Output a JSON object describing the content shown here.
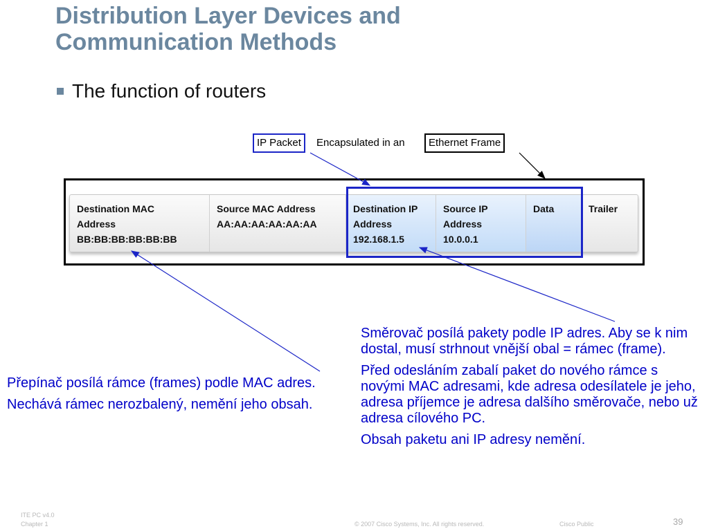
{
  "slide": {
    "title": "Distribution Layer Devices and\nCommunication Methods",
    "bullet": "The function of routers"
  },
  "callouts": {
    "ip_packet": "IP Packet",
    "encapsulated": "Encapsulated in an",
    "ethernet_frame": "Ethernet Frame"
  },
  "frame_fields": [
    {
      "label": "Destination MAC\nAddress\nBB:BB:BB:BB:BB:BB"
    },
    {
      "label": "Source MAC Address\nAA:AA:AA:AA:AA:AA"
    },
    {
      "label": "Destination IP\nAddress\n192.168.1.5"
    },
    {
      "label": "Source IP\nAddress\n10.0.0.1"
    },
    {
      "label": "Data"
    },
    {
      "label": "Trailer"
    }
  ],
  "left_text": {
    "p1": "Přepínač posílá rámce (frames) podle MAC adres.",
    "p2": "Nechává rámec nerozbalený, nemění jeho obsah."
  },
  "right_text": {
    "p1": "Směrovač posílá pakety podle IP adres. Aby se k nim dostal, musí strhnout vnější obal = rámec (frame).",
    "p2": "Před odesláním zabalí paket do nového rámce s novými MAC adresami, kde adresa odesílatele je jeho, adresa příjemce je adresa dalšího směrovače, nebo už adresa cílového PC.",
    "p3": "Obsah paketu ani IP adresy nemění."
  },
  "footer": {
    "course": "ITE PC v4.0",
    "chapter": "Chapter 1",
    "copyright": "© 2007 Cisco Systems, Inc. All rights reserved.",
    "public": "Cisco Public",
    "page": "39"
  },
  "colors": {
    "title": "#6b879f",
    "annotation": "#0000c8",
    "highlight_border": "#1b25c7"
  }
}
